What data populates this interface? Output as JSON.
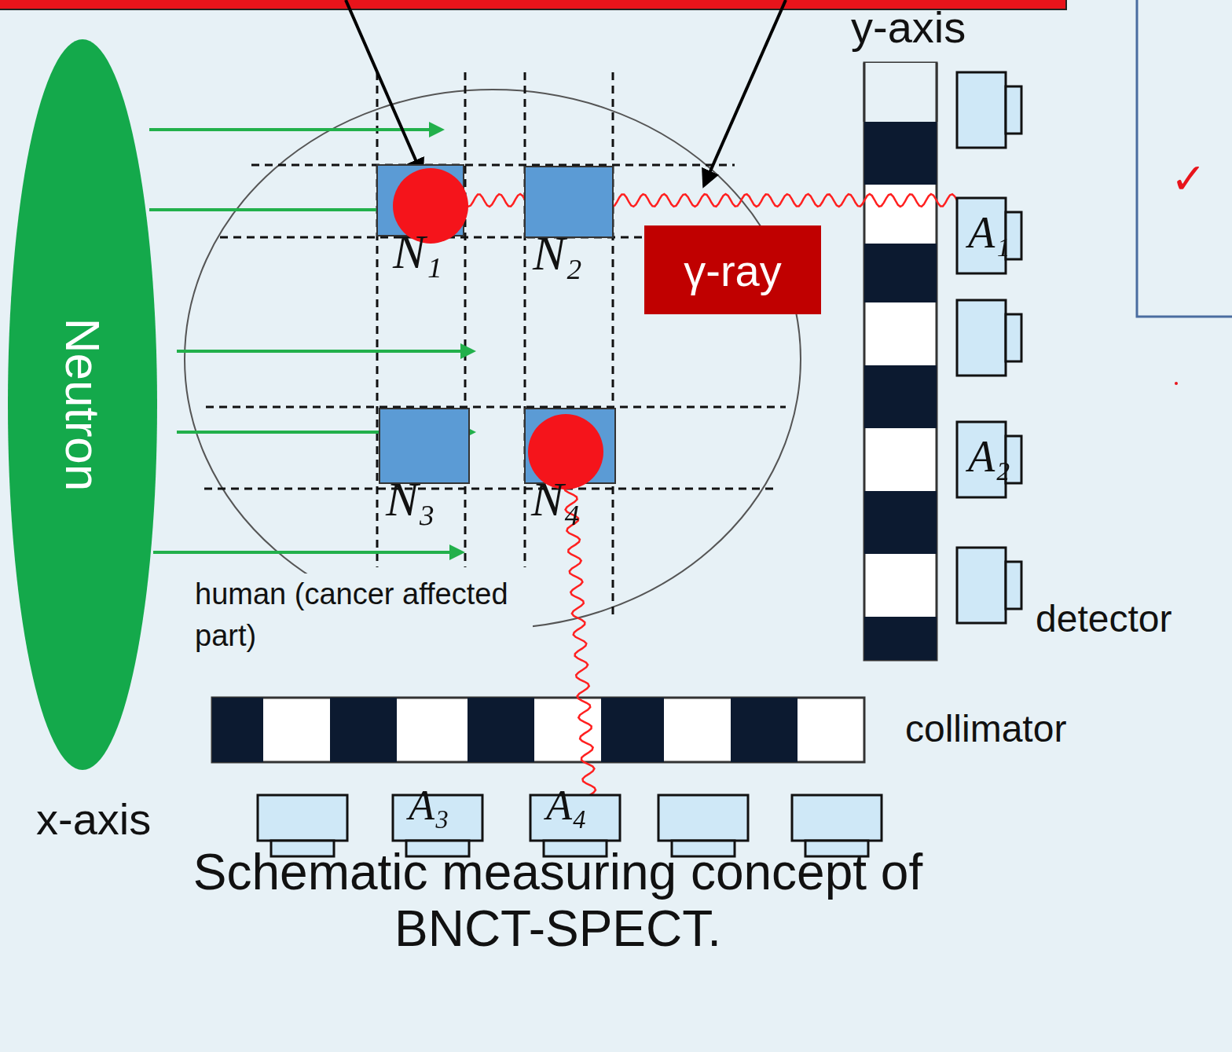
{
  "diagram": {
    "caption": "Schematic measuring concept of BNCT-SPECT.",
    "nodes": [
      {
        "text": [
          "Neutron"
        ]
      },
      {
        "text": [
          "N₁"
        ]
      },
      {
        "text": [
          "N₂"
        ]
      },
      {
        "text": [
          "N₃"
        ]
      },
      {
        "text": [
          "N₄"
        ]
      },
      {
        "text": [
          "γ-ray"
        ]
      },
      {
        "text": [
          "A₁"
        ]
      },
      {
        "text": [
          "A₂"
        ]
      },
      {
        "text": [
          "A₃"
        ]
      },
      {
        "text": [
          "A₄"
        ]
      }
    ],
    "edges": [
      {
        "from": 1,
        "to": 6,
        "arrow": "none"
      },
      {
        "from": 4,
        "to": 9,
        "arrow": "none"
      }
    ],
    "labels": [
      "y-axis",
      "x-axis",
      "human (cancer affected part)",
      "detector",
      "collimator",
      "✓"
    ]
  }
}
